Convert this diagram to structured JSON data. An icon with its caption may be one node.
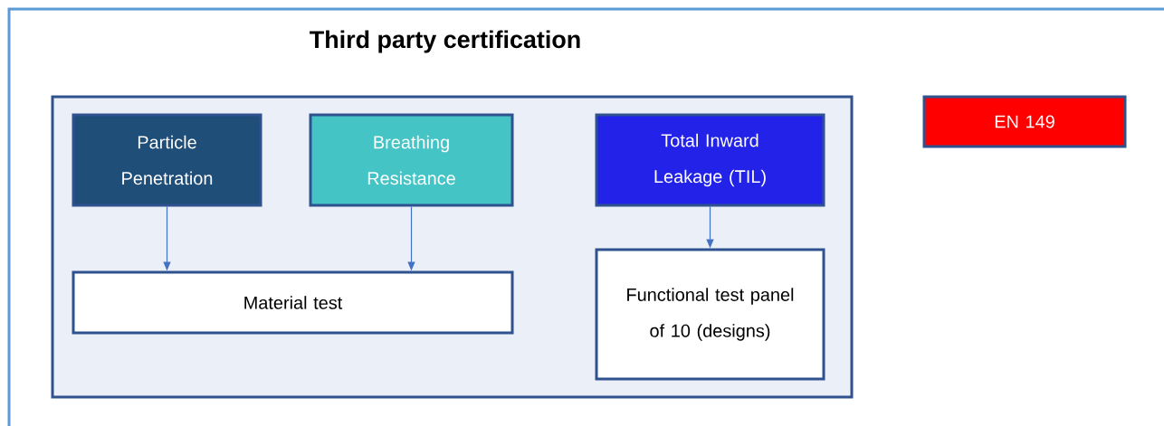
{
  "diagram": {
    "title": "Third party certification",
    "nodes": [
      {
        "text": [],
        "shape": "box"
      },
      {
        "text": [
          "Particle Penetration"
        ],
        "in": 0
      },
      {
        "text": [
          "Breathing Resistance"
        ],
        "in": 0
      },
      {
        "text": [
          "Total Inward Leakage (TIL)"
        ],
        "in": 0
      },
      {
        "text": [
          "Material test"
        ],
        "in": 0
      },
      {
        "text": [
          "Functional test panel of 10 (designs)"
        ],
        "in": 0
      },
      {
        "text": [
          "EN 149"
        ]
      }
    ],
    "edges": [
      {
        "from": 1,
        "to": 4,
        "arrow": "to"
      },
      {
        "from": 2,
        "to": 4,
        "arrow": "to"
      },
      {
        "from": 3,
        "to": 5,
        "arrow": "to"
      }
    ]
  }
}
